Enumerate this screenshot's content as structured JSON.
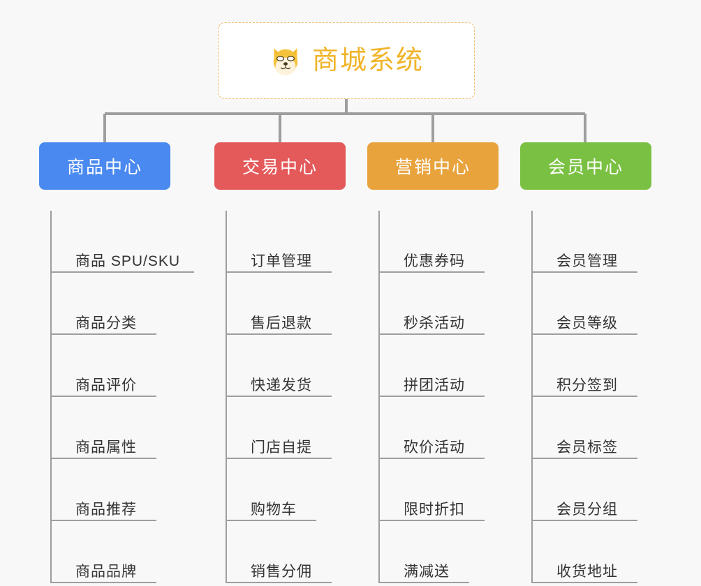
{
  "page": {
    "background_color": "#f8f8f8",
    "type": "org-chart"
  },
  "root": {
    "title": "商城系统",
    "icon": "dog-face-icon",
    "border_color": "#eebc6a",
    "text_color": "#f0b429",
    "background_color": "#ffffff"
  },
  "connector": {
    "color": "#9e9e9e"
  },
  "branches": [
    {
      "label": "商品中心",
      "color": "#4a89ef",
      "items": [
        {
          "label": "商品 SPU/SKU",
          "underline_width": 204
        },
        {
          "label": "商品分类",
          "underline_width": 150
        },
        {
          "label": "商品评价",
          "underline_width": 150
        },
        {
          "label": "商品属性",
          "underline_width": 150
        },
        {
          "label": "商品推荐",
          "underline_width": 150
        },
        {
          "label": "商品品牌",
          "underline_width": 150
        }
      ]
    },
    {
      "label": "交易中心",
      "color": "#e4595a",
      "items": [
        {
          "label": "订单管理",
          "underline_width": 150
        },
        {
          "label": "售后退款",
          "underline_width": 150
        },
        {
          "label": "快递发货",
          "underline_width": 150
        },
        {
          "label": "门店自提",
          "underline_width": 150
        },
        {
          "label": "购物车",
          "underline_width": 128
        },
        {
          "label": "销售分佣",
          "underline_width": 150
        }
      ]
    },
    {
      "label": "营销中心",
      "color": "#e8a33d",
      "items": [
        {
          "label": "优惠券码",
          "underline_width": 150
        },
        {
          "label": "秒杀活动",
          "underline_width": 150
        },
        {
          "label": "拼团活动",
          "underline_width": 150
        },
        {
          "label": "砍价活动",
          "underline_width": 150
        },
        {
          "label": "限时折扣",
          "underline_width": 150
        },
        {
          "label": "满减送",
          "underline_width": 128
        }
      ]
    },
    {
      "label": "会员中心",
      "color": "#7ac143",
      "items": [
        {
          "label": "会员管理",
          "underline_width": 150
        },
        {
          "label": "会员等级",
          "underline_width": 150
        },
        {
          "label": "积分签到",
          "underline_width": 150
        },
        {
          "label": "会员标签",
          "underline_width": 150
        },
        {
          "label": "会员分组",
          "underline_width": 150
        },
        {
          "label": "收货地址",
          "underline_width": 150
        }
      ]
    }
  ]
}
